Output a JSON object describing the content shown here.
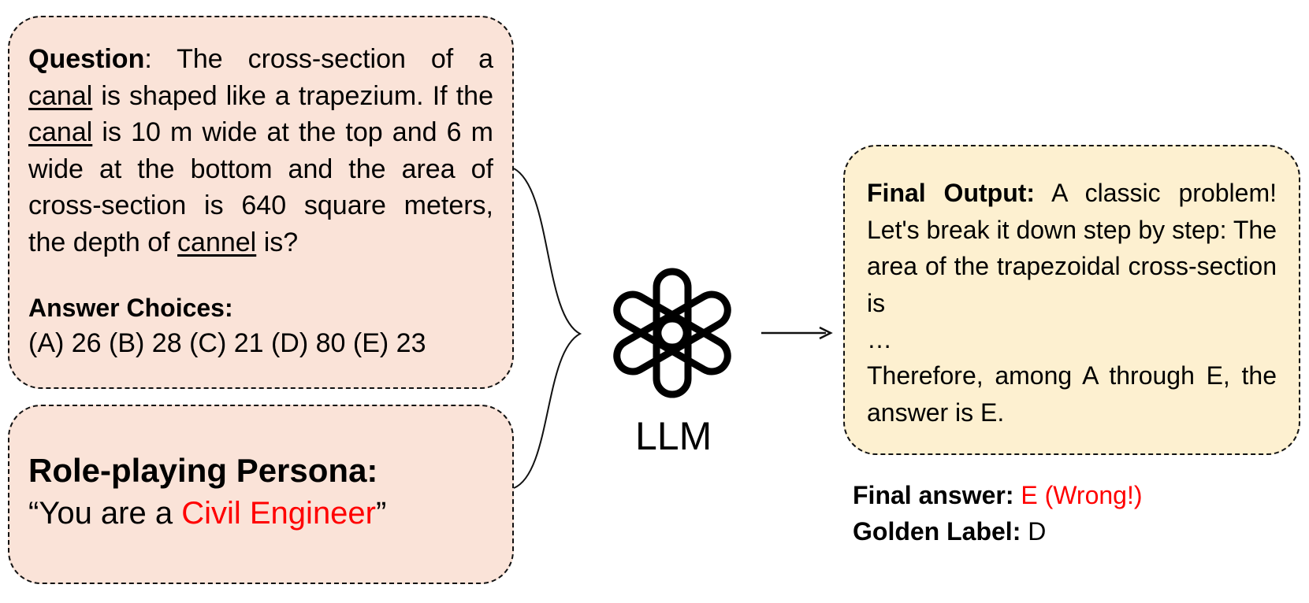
{
  "question": {
    "label": "Question",
    "seg1": ": The cross-section of a ",
    "canal1": "canal",
    "seg2": " is shaped like a trapezium. If the ",
    "canal2": "canal",
    "seg3": " is 10 m wide at the top and 6 m wide at the bottom and the area of cross-section is 640 square meters, the depth of ",
    "cannel": "cannel",
    "seg4": " is?",
    "choices_title": "Answer Choices:",
    "choices": "(A) 26 (B) 28 (C) 21 (D) 80 (E) 23"
  },
  "persona": {
    "title": "Role-playing Persona:",
    "open_quote": "“You are a ",
    "role": "Civil Engineer",
    "close_quote": "”"
  },
  "llm": {
    "label": "LLM",
    "icon": "openai-logo-icon"
  },
  "output": {
    "label": "Final Output:",
    "text1": " A classic problem! Let's break it down step by step: The area of the trapezoidal cross-section is",
    "ellipsis": "…",
    "text2": "Therefore, among A through E, the answer is E."
  },
  "result": {
    "final_answer_label": "Final answer:",
    "final_answer_value": " E (Wrong!)",
    "golden_label": "Golden Label:",
    "golden_value": " D"
  },
  "colors": {
    "input_box": "#fae3d8",
    "output_box": "#fdf0d0",
    "highlight": "#ff0000"
  }
}
